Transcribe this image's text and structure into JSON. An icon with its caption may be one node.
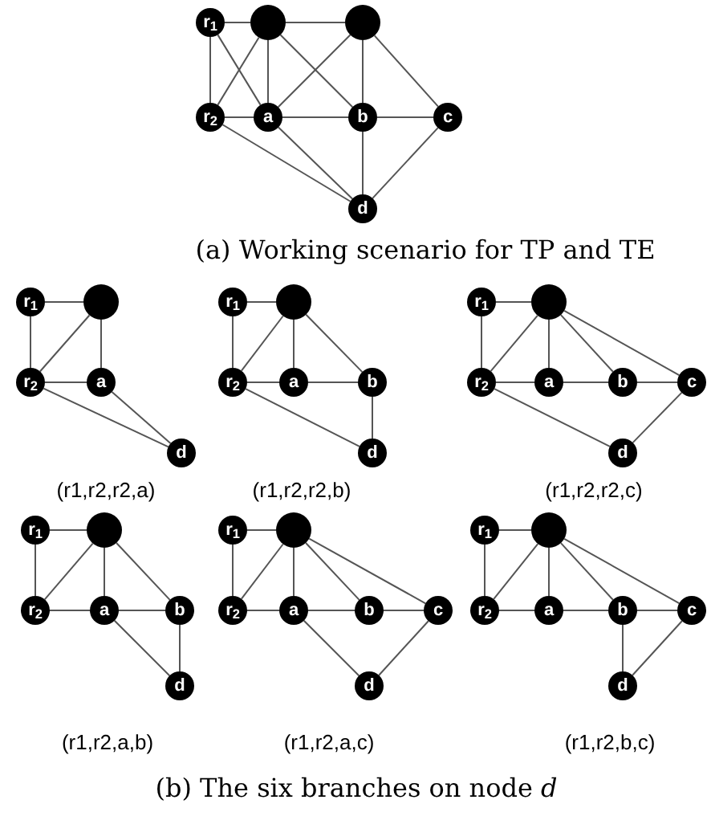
{
  "diagram": {
    "nodes": [
      {
        "text": [
          "r$_{1}$"
        ]
      },
      {
        "text": [],
        "shape": "circle"
      },
      {
        "text": [],
        "shape": "circle"
      },
      {
        "text": [
          "r$_{2}$"
        ]
      },
      {
        "text": [
          "a"
        ]
      },
      {
        "text": [
          "b"
        ]
      },
      {
        "text": [
          "c"
        ]
      },
      {
        "text": [
          "d"
        ]
      },
      {
        "text": [
          "r$_{1}$"
        ]
      },
      {
        "text": [],
        "shape": "circle"
      },
      {
        "text": [
          "r$_{2}$"
        ]
      },
      {
        "text": [
          "a"
        ]
      },
      {
        "text": [
          "d"
        ]
      },
      {
        "text": [
          "r$_{1}$"
        ]
      },
      {
        "text": [],
        "shape": "circle"
      },
      {
        "text": [
          "r$_{2}$"
        ]
      },
      {
        "text": [
          "a"
        ]
      },
      {
        "text": [
          "b"
        ]
      },
      {
        "text": [
          "d"
        ]
      },
      {
        "text": [
          "r$_{1}$"
        ]
      },
      {
        "text": [],
        "shape": "circle"
      },
      {
        "text": [
          "r$_{2}$"
        ]
      },
      {
        "text": [
          "a"
        ]
      },
      {
        "text": [
          "b"
        ]
      },
      {
        "text": [
          "c"
        ]
      },
      {
        "text": [
          "d"
        ]
      },
      {
        "text": [
          "r$_{1}$"
        ]
      },
      {
        "text": [],
        "shape": "circle"
      },
      {
        "text": [
          "r$_{2}$"
        ]
      },
      {
        "text": [
          "a"
        ]
      },
      {
        "text": [
          "b"
        ]
      },
      {
        "text": [
          "d"
        ]
      },
      {
        "text": [
          "r$_{1}$"
        ]
      },
      {
        "text": [],
        "shape": "circle"
      },
      {
        "text": [
          "r$_{2}$"
        ]
      },
      {
        "text": [
          "a"
        ]
      },
      {
        "text": [
          "b"
        ]
      },
      {
        "text": [
          "c"
        ]
      },
      {
        "text": [
          "d"
        ]
      },
      {
        "text": [
          "r$_{1}$"
        ]
      },
      {
        "text": [],
        "shape": "circle"
      },
      {
        "text": [
          "r$_{2}$"
        ]
      },
      {
        "text": [
          "a"
        ]
      },
      {
        "text": [
          "b"
        ]
      },
      {
        "text": [
          "c"
        ]
      },
      {
        "text": [
          "d"
        ]
      }
    ],
    "edges": [
      {
        "from": 0,
        "to": 1,
        "arrow": "none"
      },
      {
        "from": 1,
        "to": 2,
        "arrow": "none"
      },
      {
        "from": 0,
        "to": 3,
        "arrow": "none"
      },
      {
        "from": 0,
        "to": 4,
        "arrow": "none"
      },
      {
        "from": 3,
        "to": 1,
        "arrow": "none"
      },
      {
        "from": 1,
        "to": 4,
        "arrow": "none"
      },
      {
        "from": 1,
        "to": 5,
        "arrow": "none"
      },
      {
        "from": 4,
        "to": 2,
        "arrow": "none"
      },
      {
        "from": 2,
        "to": 5,
        "arrow": "none"
      },
      {
        "from": 2,
        "to": 6,
        "arrow": "none"
      },
      {
        "from": 3,
        "to": 4,
        "arrow": "none"
      },
      {
        "from": 4,
        "to": 5,
        "arrow": "none"
      },
      {
        "from": 5,
        "to": 6,
        "arrow": "none"
      },
      {
        "from": 3,
        "to": 7,
        "arrow": "none"
      },
      {
        "from": 4,
        "to": 7,
        "arrow": "none"
      },
      {
        "from": 5,
        "to": 7,
        "arrow": "none"
      },
      {
        "from": 6,
        "to": 7,
        "arrow": "none"
      },
      {
        "from": 8,
        "to": 9,
        "arrow": "none"
      },
      {
        "from": 8,
        "to": 10,
        "arrow": "none"
      },
      {
        "from": 10,
        "to": 9,
        "arrow": "none"
      },
      {
        "from": 9,
        "to": 11,
        "arrow": "none"
      },
      {
        "from": 10,
        "to": 11,
        "arrow": "none"
      },
      {
        "from": 10,
        "to": 12,
        "arrow": "none"
      },
      {
        "from": 11,
        "to": 12,
        "arrow": "none"
      },
      {
        "from": 13,
        "to": 14,
        "arrow": "none"
      },
      {
        "from": 13,
        "to": 15,
        "arrow": "none"
      },
      {
        "from": 15,
        "to": 14,
        "arrow": "none"
      },
      {
        "from": 14,
        "to": 16,
        "arrow": "none"
      },
      {
        "from": 14,
        "to": 17,
        "arrow": "none"
      },
      {
        "from": 15,
        "to": 16,
        "arrow": "none"
      },
      {
        "from": 16,
        "to": 17,
        "arrow": "none"
      },
      {
        "from": 17,
        "to": 18,
        "arrow": "none"
      },
      {
        "from": 15,
        "to": 18,
        "arrow": "none"
      },
      {
        "from": 19,
        "to": 20,
        "arrow": "none"
      },
      {
        "from": 19,
        "to": 21,
        "arrow": "none"
      },
      {
        "from": 21,
        "to": 20,
        "arrow": "none"
      },
      {
        "from": 20,
        "to": 22,
        "arrow": "none"
      },
      {
        "from": 20,
        "to": 23,
        "arrow": "none"
      },
      {
        "from": 20,
        "to": 24,
        "arrow": "none"
      },
      {
        "from": 21,
        "to": 22,
        "arrow": "none"
      },
      {
        "from": 22,
        "to": 23,
        "arrow": "none"
      },
      {
        "from": 23,
        "to": 24,
        "arrow": "none"
      },
      {
        "from": 24,
        "to": 25,
        "arrow": "none"
      },
      {
        "from": 21,
        "to": 25,
        "arrow": "none"
      },
      {
        "from": 26,
        "to": 27,
        "arrow": "none"
      },
      {
        "from": 26,
        "to": 28,
        "arrow": "none"
      },
      {
        "from": 28,
        "to": 27,
        "arrow": "none"
      },
      {
        "from": 27,
        "to": 29,
        "arrow": "none"
      },
      {
        "from": 27,
        "to": 30,
        "arrow": "none"
      },
      {
        "from": 28,
        "to": 29,
        "arrow": "none"
      },
      {
        "from": 29,
        "to": 30,
        "arrow": "none"
      },
      {
        "from": 29,
        "to": 31,
        "arrow": "none"
      },
      {
        "from": 30,
        "to": 31,
        "arrow": "none"
      },
      {
        "from": 32,
        "to": 33,
        "arrow": "none"
      },
      {
        "from": 32,
        "to": 34,
        "arrow": "none"
      },
      {
        "from": 34,
        "to": 33,
        "arrow": "none"
      },
      {
        "from": 33,
        "to": 35,
        "arrow": "none"
      },
      {
        "from": 33,
        "to": 36,
        "arrow": "none"
      },
      {
        "from": 33,
        "to": 37,
        "arrow": "none"
      },
      {
        "from": 34,
        "to": 35,
        "arrow": "none"
      },
      {
        "from": 35,
        "to": 36,
        "arrow": "none"
      },
      {
        "from": 36,
        "to": 37,
        "arrow": "none"
      },
      {
        "from": 35,
        "to": 38,
        "arrow": "none"
      },
      {
        "from": 37,
        "to": 38,
        "arrow": "none"
      },
      {
        "from": 39,
        "to": 40,
        "arrow": "none"
      },
      {
        "from": 39,
        "to": 41,
        "arrow": "none"
      },
      {
        "from": 41,
        "to": 40,
        "arrow": "none"
      },
      {
        "from": 40,
        "to": 42,
        "arrow": "none"
      },
      {
        "from": 40,
        "to": 43,
        "arrow": "none"
      },
      {
        "from": 40,
        "to": 44,
        "arrow": "none"
      },
      {
        "from": 41,
        "to": 42,
        "arrow": "none"
      },
      {
        "from": 42,
        "to": 43,
        "arrow": "none"
      },
      {
        "from": 43,
        "to": 44,
        "arrow": "none"
      },
      {
        "from": 43,
        "to": 45,
        "arrow": "none"
      },
      {
        "from": 44,
        "to": 45,
        "arrow": "none"
      }
    ],
    "labels": [
      "(a) Working scenario for TP and TE",
      "(r1,r2,r2,a)",
      "(r1,r2,r2,b)",
      "(r1,r2,r2,c)",
      "(r1,r2,a,b)",
      "(r1,r2,a,c)",
      "(r1,r2,b,c)",
      "(b) The six branches on node *d*"
    ]
  }
}
